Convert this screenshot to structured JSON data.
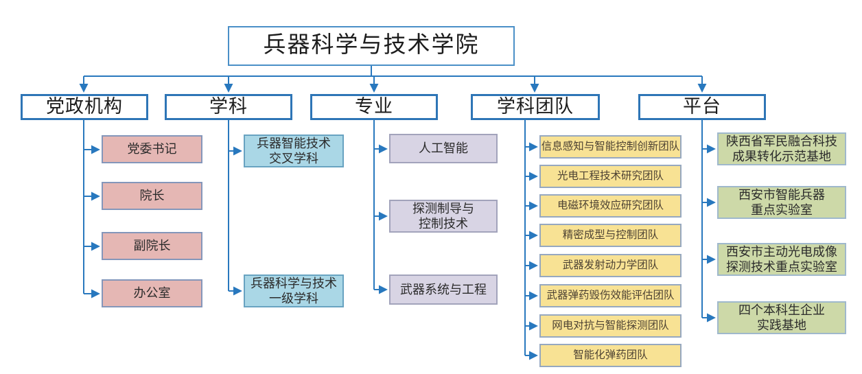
{
  "title": "兵器科学与技术学院",
  "columns": [
    {
      "header": "党政机构",
      "items": [
        {
          "text": "党委书记"
        },
        {
          "text": "院长"
        },
        {
          "text": "副院长"
        },
        {
          "text": "办公室"
        }
      ]
    },
    {
      "header": "学科",
      "items": [
        {
          "text": "兵器智能技术\n交叉学科"
        },
        {
          "text": "兵器科学与技术\n一级学科"
        }
      ]
    },
    {
      "header": "专业",
      "items": [
        {
          "text": "人工智能"
        },
        {
          "text": "探测制导与\n控制技术"
        },
        {
          "text": "武器系统与工程"
        }
      ]
    },
    {
      "header": "学科团队",
      "items": [
        {
          "text": "信息感知与智能控制创新团队"
        },
        {
          "text": "光电工程技术研究团队"
        },
        {
          "text": "电磁环境效应研究团队"
        },
        {
          "text": "精密成型与控制团队"
        },
        {
          "text": "武器发射动力学团队"
        },
        {
          "text": "武器弹药毁伤效能评估团队"
        },
        {
          "text": "网电对抗与智能探测团队"
        },
        {
          "text": "智能化弹药团队"
        }
      ]
    },
    {
      "header": "平台",
      "items": [
        {
          "text": "陕西省军民融合科技\n成果转化示范基地"
        },
        {
          "text": "西安市智能兵器\n重点实验室"
        },
        {
          "text": "西安市主动光电成像\n探测技术重点实验室"
        },
        {
          "text": "四个本科生企业\n实践基地"
        }
      ]
    }
  ],
  "colors": {
    "connector_blue": "#2878be",
    "header_border_blue": "#2e75b6",
    "pink_fill": "#e5b7b4",
    "blue_fill": "#aad7e6",
    "purple_fill": "#d8d4e4",
    "yellow_fill": "#f8e294",
    "green_fill": "#cdd9a8"
  }
}
